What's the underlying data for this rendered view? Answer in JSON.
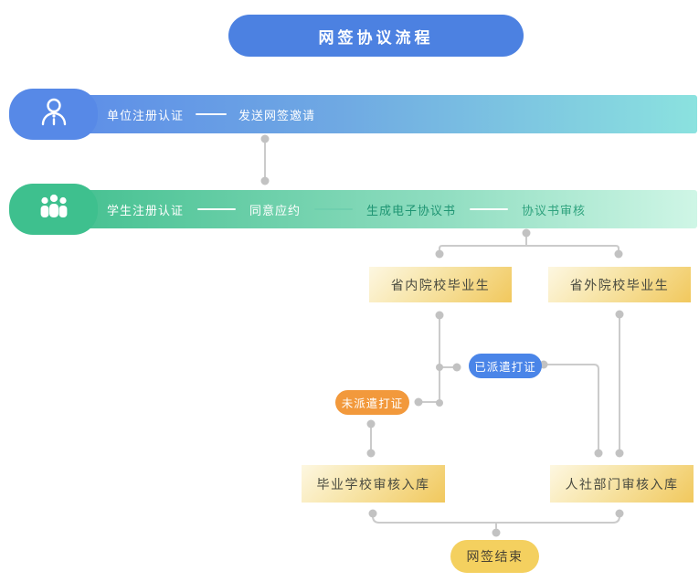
{
  "title": "网签协议流程",
  "lanes": [
    {
      "name": "unit-registration",
      "steps": [
        "单位注册认证",
        "发送网签邀请"
      ]
    },
    {
      "name": "student-registration",
      "steps": [
        "学生注册认证",
        "同意应约",
        "生成电子协议书",
        "协议书审核"
      ]
    }
  ],
  "nodes": {
    "in_province": "省内院校毕业生",
    "out_province": "省外院校毕业生",
    "dispatched": "已派遣打证",
    "not_dispatched": "未派遣打证",
    "school_review": "毕业学校审核入库",
    "hr_review": "人社部门审核入库",
    "end": "网签结束"
  },
  "icons": {
    "lane_unit": "person-icon",
    "lane_student": "group-icon"
  },
  "colors": {
    "title_blue": "#4C81E1",
    "lane_unit_gradient_start": "#5C8CE8",
    "lane_unit_gradient_end": "#8BE2DF",
    "lane_student_gradient_start": "#41BF8E",
    "lane_student_gradient_end": "#CFF6E6",
    "gold_box": "#F1C85D",
    "pill_blue": "#4A85E8",
    "pill_orange": "#F2993C",
    "pill_end_yellow": "#F4D05F",
    "connector_gray": "#CBCBCB"
  }
}
